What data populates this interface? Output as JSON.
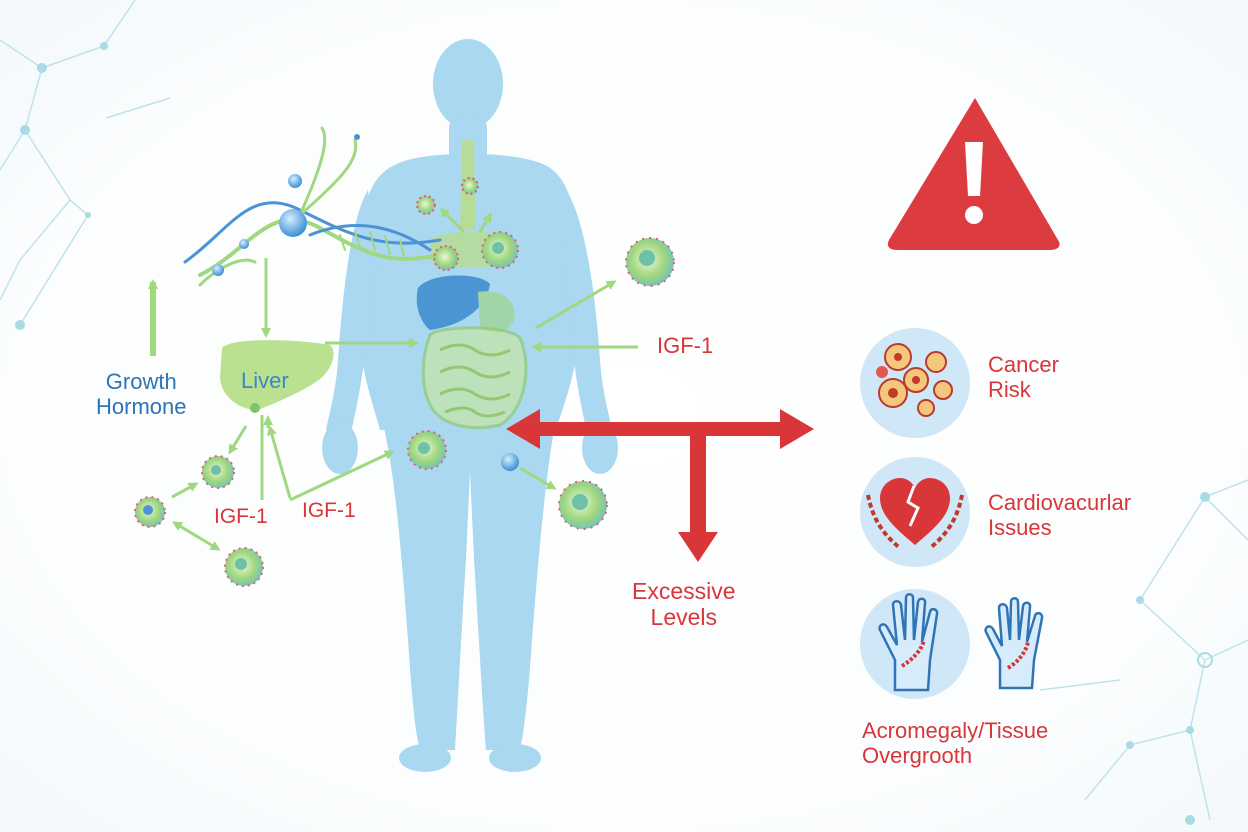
{
  "labels": {
    "growth_hormone_line1": "Growth",
    "growth_hormone_line2": "Hormone",
    "liver": "Liver",
    "igf1_left_a": "IGF-1",
    "igf1_left_b": "IGF-1",
    "igf1_right": "IGF-1",
    "excessive_line1": "Excessive",
    "excessive_line2": "Levels"
  },
  "risks": [
    {
      "line1": "Cancer",
      "line2": "Risk",
      "icon": "cancer-cells-icon"
    },
    {
      "line1": "Cardiovacurlar",
      "line2": "Issues",
      "icon": "broken-heart-icon"
    },
    {
      "line1": "Acromegaly/Tissue",
      "line2": "Overgrooth",
      "icon": "hands-icon"
    }
  ],
  "colors": {
    "body": "#a9d8f0",
    "arrow_green": "#9fd87f",
    "label_blue": "#2f74b5",
    "label_green": "#6fb04a",
    "alert_red": "#d9363a",
    "warning_red": "#dc3b3f",
    "circle_bg": "#cfe7f6"
  }
}
